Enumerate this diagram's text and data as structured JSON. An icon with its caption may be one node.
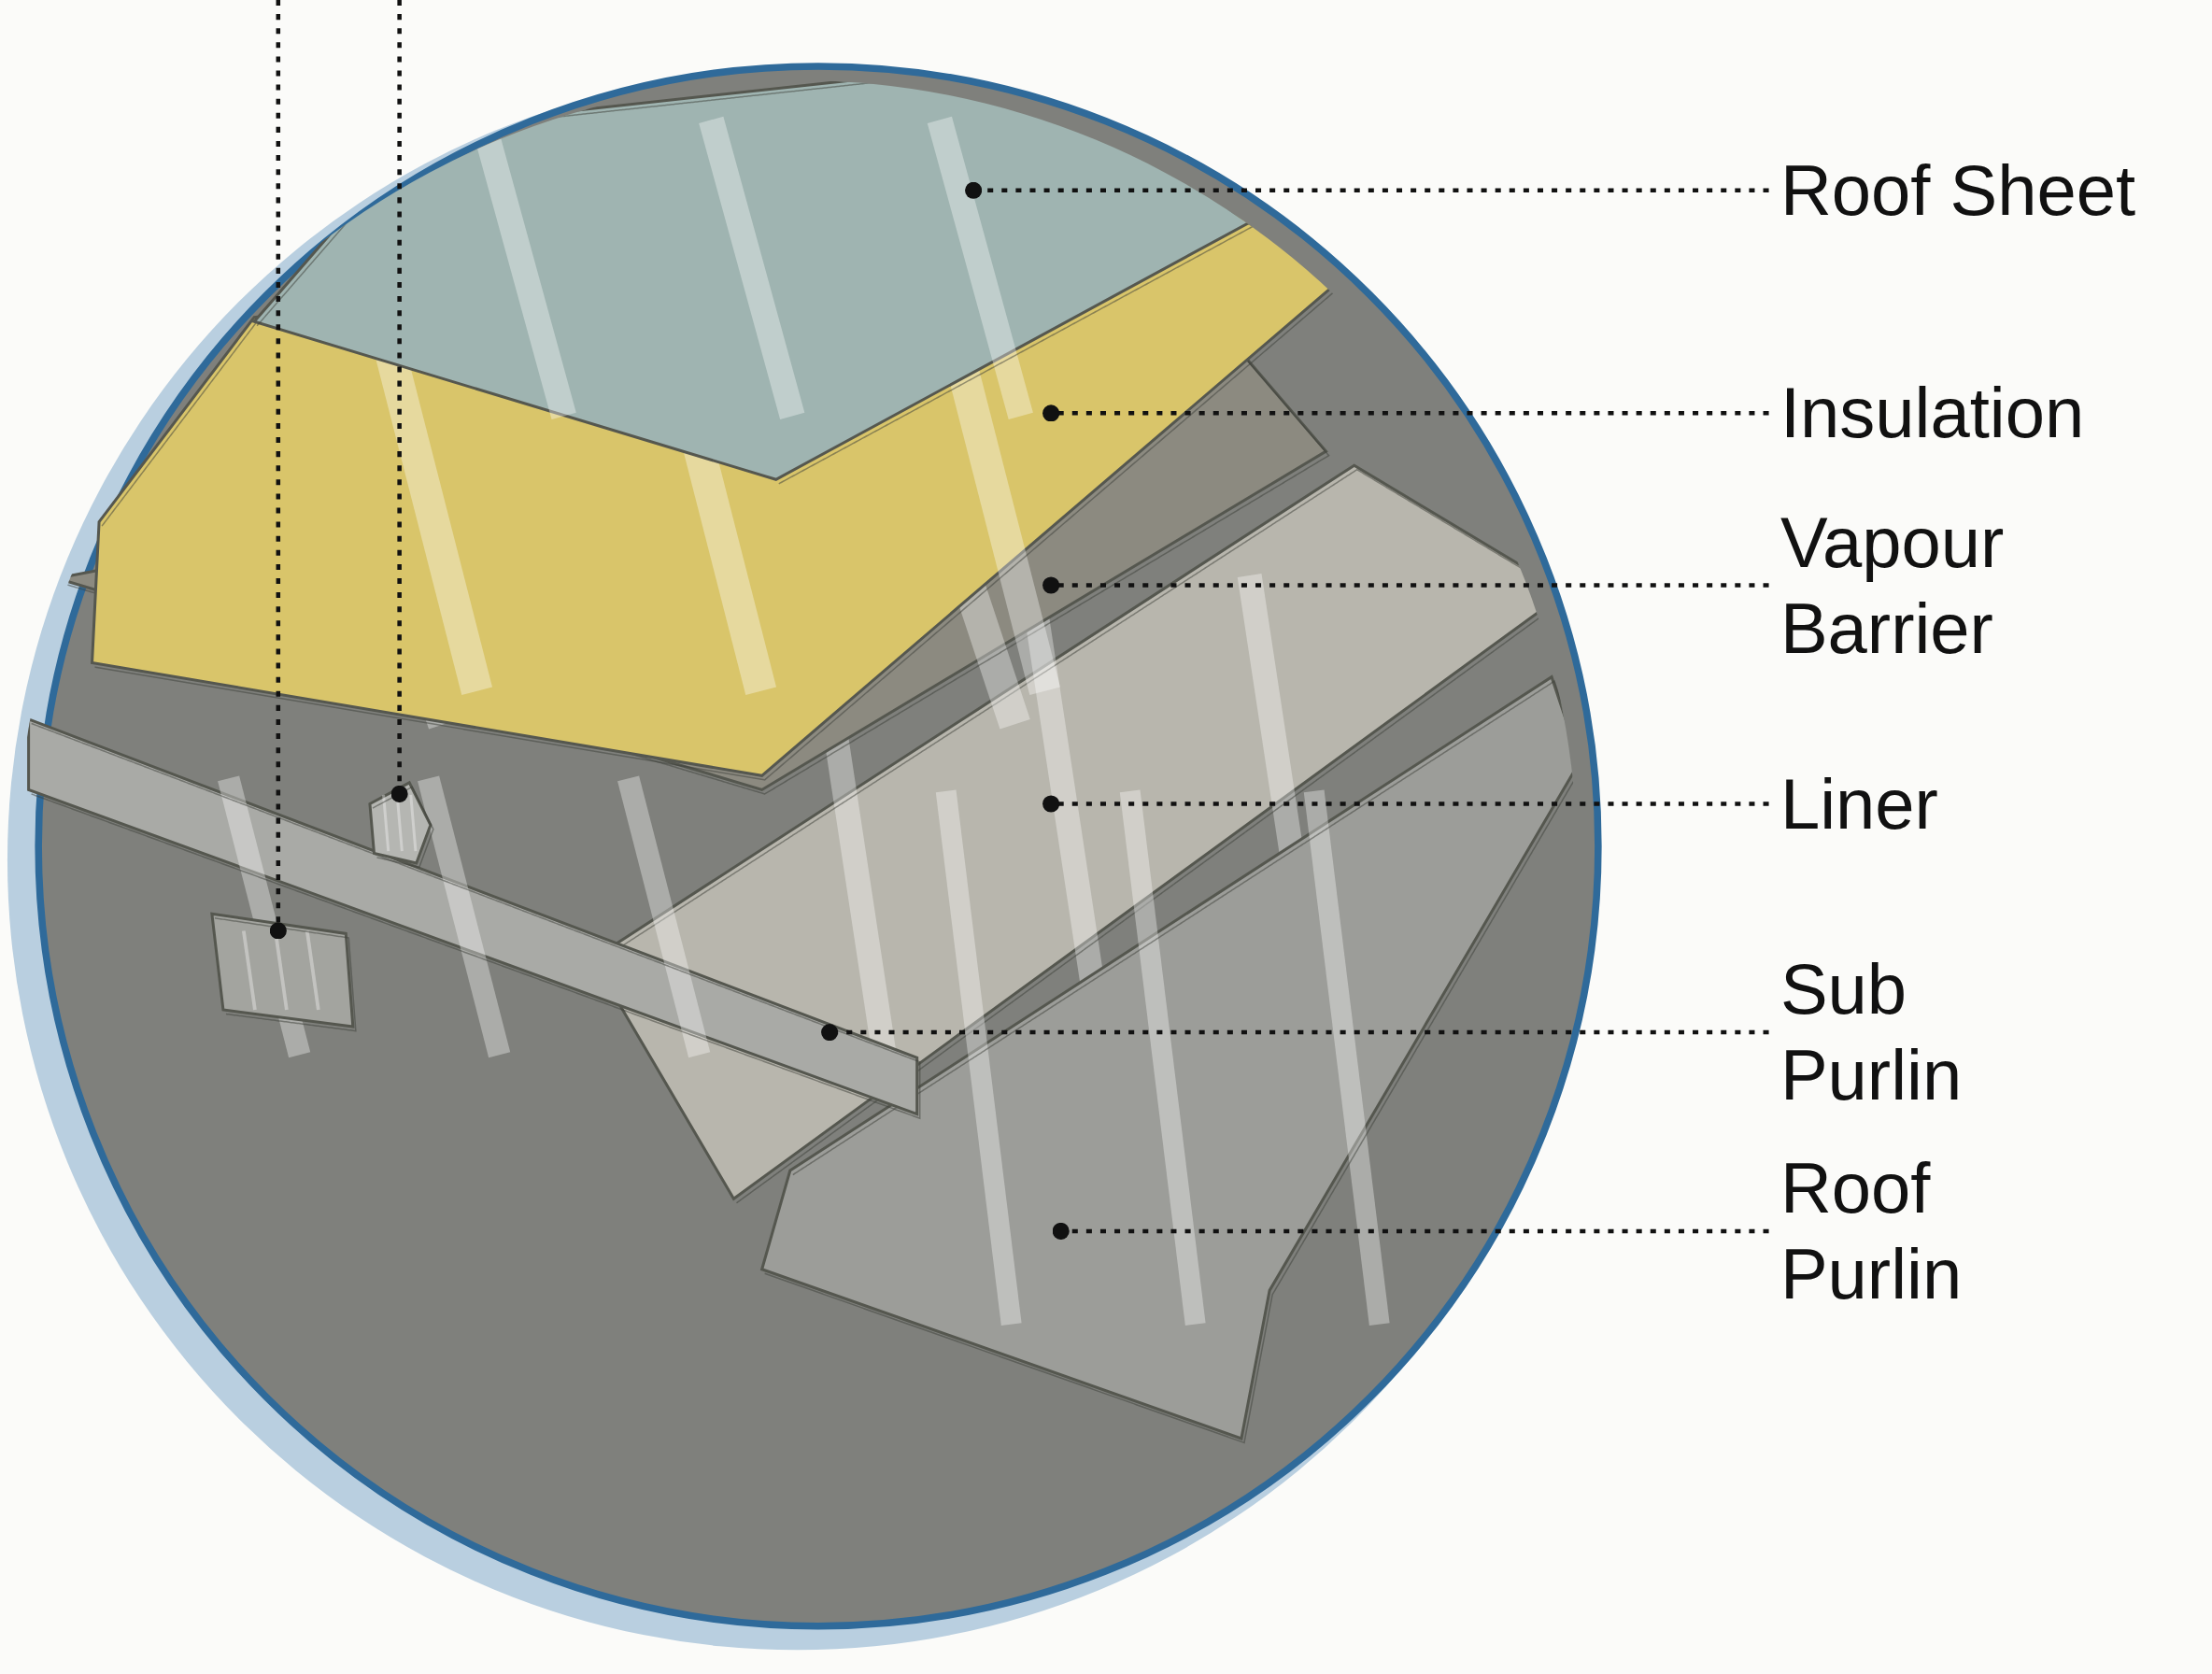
{
  "diagram": {
    "nodes": [
      {
        "text": [
          "Roof Sheet"
        ]
      },
      {
        "text": [
          "Insulation"
        ]
      },
      {
        "text": [
          "Vapour Barrier"
        ]
      },
      {
        "text": [
          "Liner"
        ]
      },
      {
        "text": [
          "Sub Purlin"
        ]
      },
      {
        "text": [
          "Roof Purlin"
        ]
      },
      {
        "text": [],
        "shape": "picture"
      },
      {
        "text": [],
        "shape": "picture"
      },
      {
        "text": [],
        "shape": "picture"
      },
      {
        "text": [],
        "shape": "picture"
      },
      {
        "text": [],
        "shape": "picture"
      },
      {
        "text": [],
        "shape": "picture"
      },
      {
        "text": [],
        "shape": "picture"
      },
      {
        "text": [],
        "shape": "picture"
      }
    ],
    "edges": [
      {
        "from": 0,
        "to": 6,
        "arrow": "other",
        "style": "dashed"
      },
      {
        "from": 1,
        "to": 7,
        "arrow": "other",
        "style": "dashed"
      },
      {
        "from": 2,
        "to": 8,
        "arrow": "other",
        "style": "dashed"
      },
      {
        "from": 3,
        "to": 9,
        "arrow": "other",
        "style": "dashed"
      },
      {
        "from": 4,
        "to": 10,
        "arrow": "other",
        "style": "dashed"
      },
      {
        "from": 5,
        "to": 11,
        "arrow": "other",
        "style": "dashed"
      },
      {
        "from": null,
        "to": 12,
        "arrow": "other",
        "style": "dashed"
      },
      {
        "from": null,
        "to": 13,
        "arrow": "other",
        "style": "dashed"
      }
    ]
  }
}
